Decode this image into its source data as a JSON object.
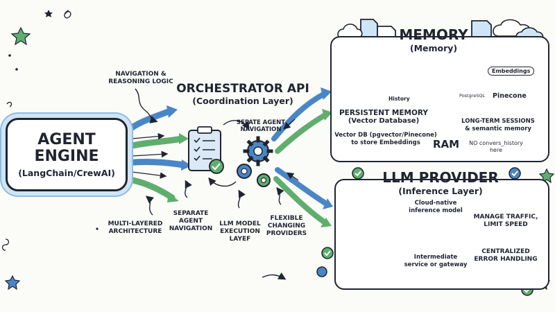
{
  "agent_engine": {
    "title_line1": "AGENT",
    "title_line2": "ENGINE",
    "subtitle": "(LangChain/CrewAI)"
  },
  "orchestrator": {
    "title": "ORCHESTRATOR API",
    "subtitle": "(Coordination Layer)"
  },
  "annotations": {
    "nav_logic_1": "NAVIGATION &",
    "nav_logic_2": "REASONING LOGIC",
    "multi_1": "MULTI-LAYERED",
    "multi_2": "ARCHITECTURE",
    "sep_nav_1": "SEPARATE",
    "sep_nav_2": "AGENT",
    "sep_nav_3": "NAVIGATION",
    "llm_exec_1": "LLM MODEL",
    "llm_exec_2": "EXECUTION",
    "llm_exec_3": "LAYEF",
    "flex_1": "FLEXIBLE",
    "flex_2": "CHANGING",
    "flex_3": "PROVIDERS",
    "sepate_1": "SEPATE AGENT",
    "sepate_2": "NAVIGATION"
  },
  "memory": {
    "title": "MEMORY",
    "subtitle": "(Memory)",
    "history_label": "History",
    "embeddings_label": "Embeddings",
    "postgres_label": "PostgreSQL",
    "pinecone_label": "Pinecone",
    "persistent_title": "PERSISTENT MEMORY",
    "persistent_sub": "(Vector Database)",
    "vector_desc_1": "Vector DB (pgvector/Pinecone)",
    "vector_desc_2": "to store Embeddings",
    "long_term_1": "LONG-TERM SESSIONS",
    "long_term_2": "& semantic memory",
    "ram_label": "RAM",
    "no_history_1": "NO convers_history",
    "no_history_2": "here"
  },
  "llm": {
    "title": "LLM PROVIDER",
    "subtitle": "(Inference Layer)",
    "cloud_native_1": "Cloud-native",
    "cloud_native_2": "inference model",
    "intermediate_1": "Intermediate",
    "intermediate_2": "service or gateway",
    "traffic_1": "MANAGE TRAFFIC,",
    "traffic_2": "LIMIT SPEED",
    "errors_1": "CENTRALIZED",
    "errors_2": "ERROR HANDLING"
  },
  "colors": {
    "blue": "#4a86c5",
    "light_blue": "#cfe5f5",
    "green": "#5fae6e",
    "ink": "#1f2430"
  }
}
